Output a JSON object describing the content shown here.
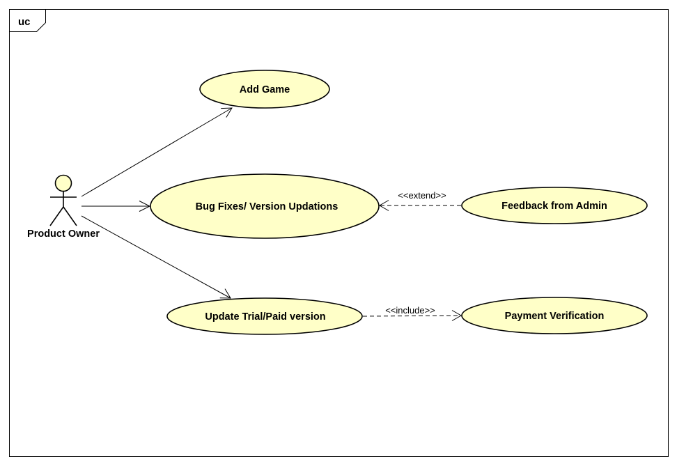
{
  "frame": {
    "label": "uc"
  },
  "actor": {
    "name": "Product Owner"
  },
  "use_cases": {
    "add_game": "Add Game",
    "bug_fixes": "Bug Fixes/ Version Updations",
    "update_trial": "Update Trial/Paid version",
    "feedback": "Feedback from Admin",
    "payment": "Payment Verification"
  },
  "relations": {
    "extend": "<<extend>>",
    "include": "<<include>>"
  },
  "colors": {
    "use_case_fill": "#FFFFC8",
    "stroke": "#000000",
    "background": "#FFFFFF"
  }
}
